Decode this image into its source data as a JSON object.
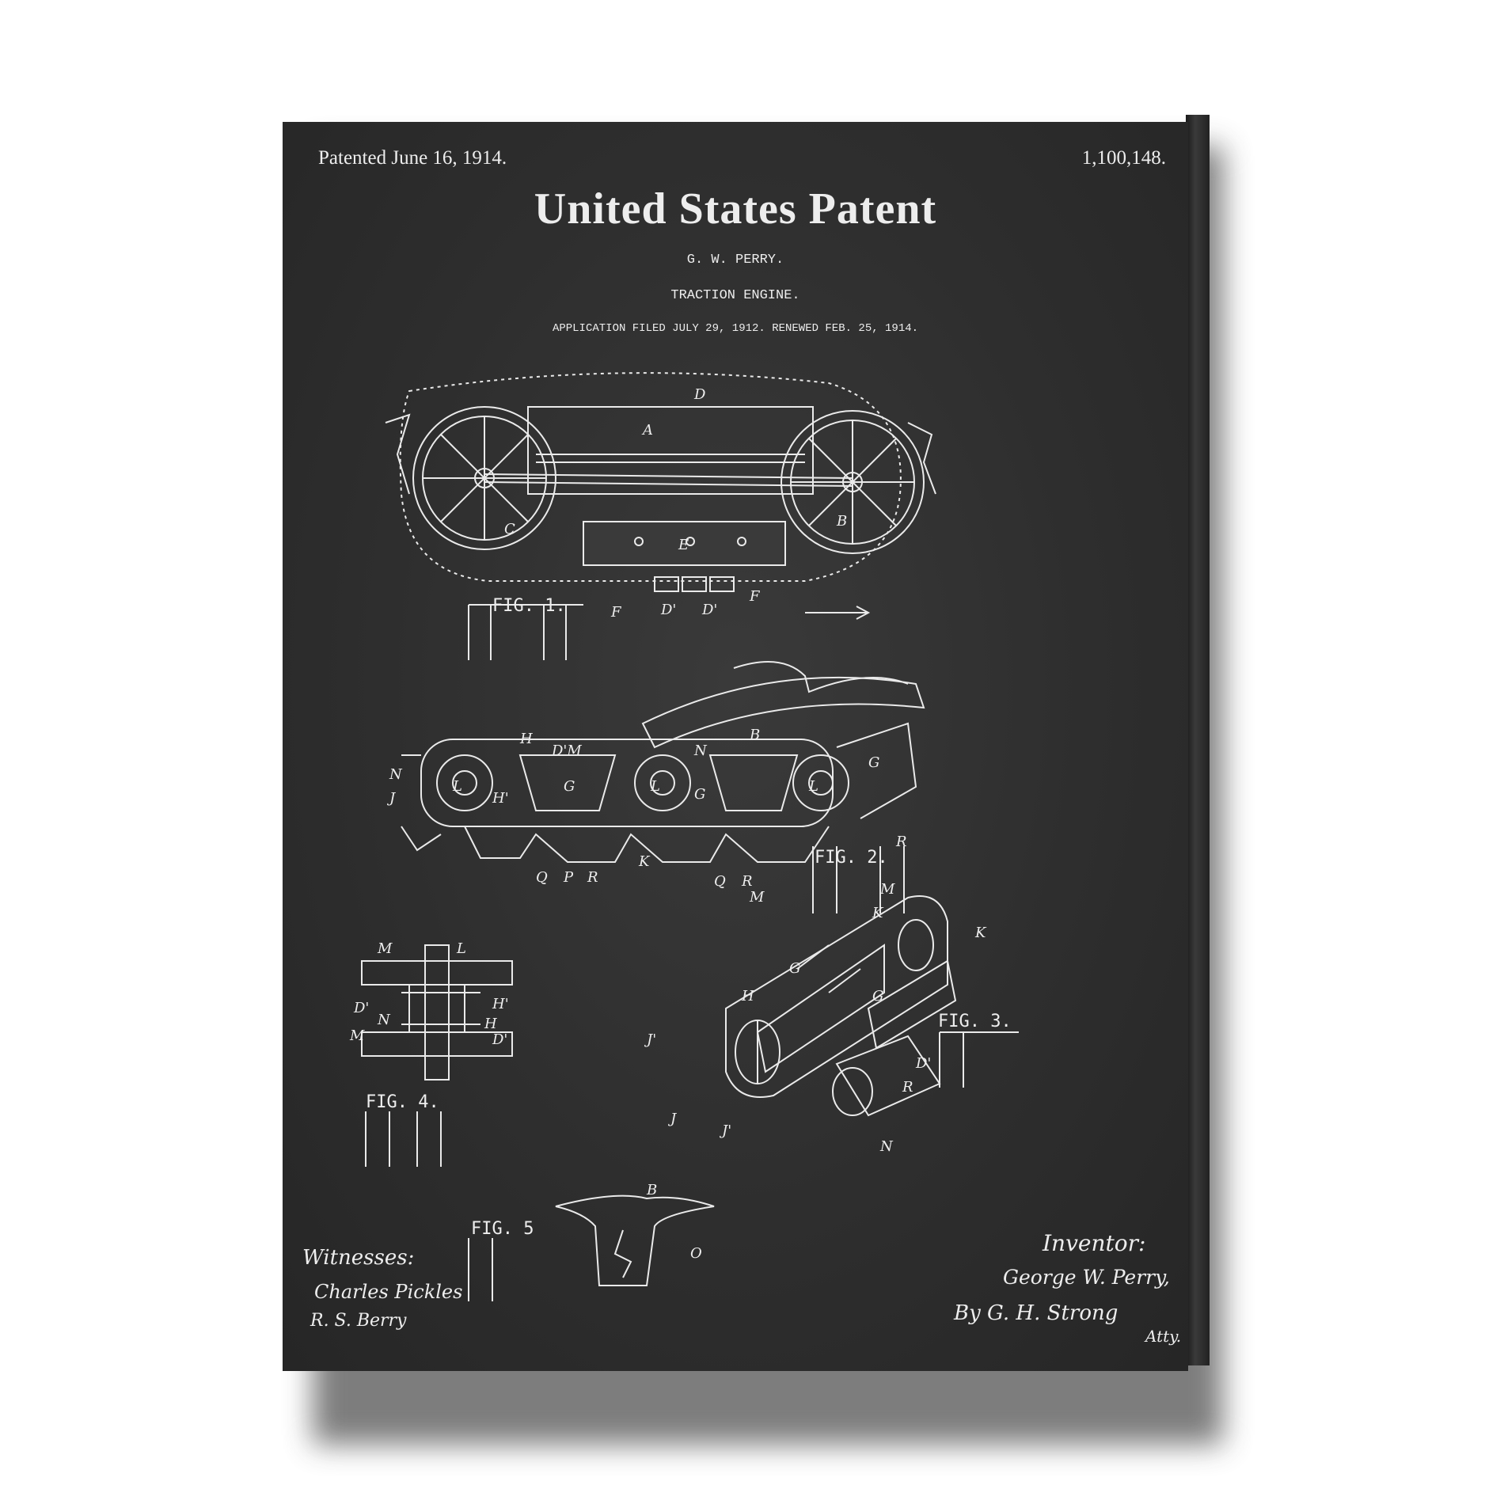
{
  "patent": {
    "date_line": "Patented June 16, 1914.",
    "number": "1,100,148.",
    "title": "United States Patent",
    "inventor_short": "G. W. PERRY.",
    "subject": "TRACTION ENGINE.",
    "application": "APPLICATION FILED JULY 29, 1912. RENEWED FEB. 25, 1914."
  },
  "figures": {
    "fig1": "FIG. 1.",
    "fig2": "FIG. 2.",
    "fig3": "FIG. 3.",
    "fig4": "FIG. 4.",
    "fig5": "FIG. 5"
  },
  "signatures": {
    "witnesses_label": "Witnesses:",
    "witness_1": "Charles Pickles",
    "witness_2": "R. S. Berry",
    "inventor_label": "Inventor:",
    "inventor_name": "George W. Perry,",
    "attorney": "By G. H. Strong",
    "attorney_abbr": "Atty."
  },
  "colors": {
    "chalkboard": "#2e2e2e",
    "chalk": "#ececec",
    "background": "#ffffff",
    "shadow": "#6f6f6f"
  }
}
